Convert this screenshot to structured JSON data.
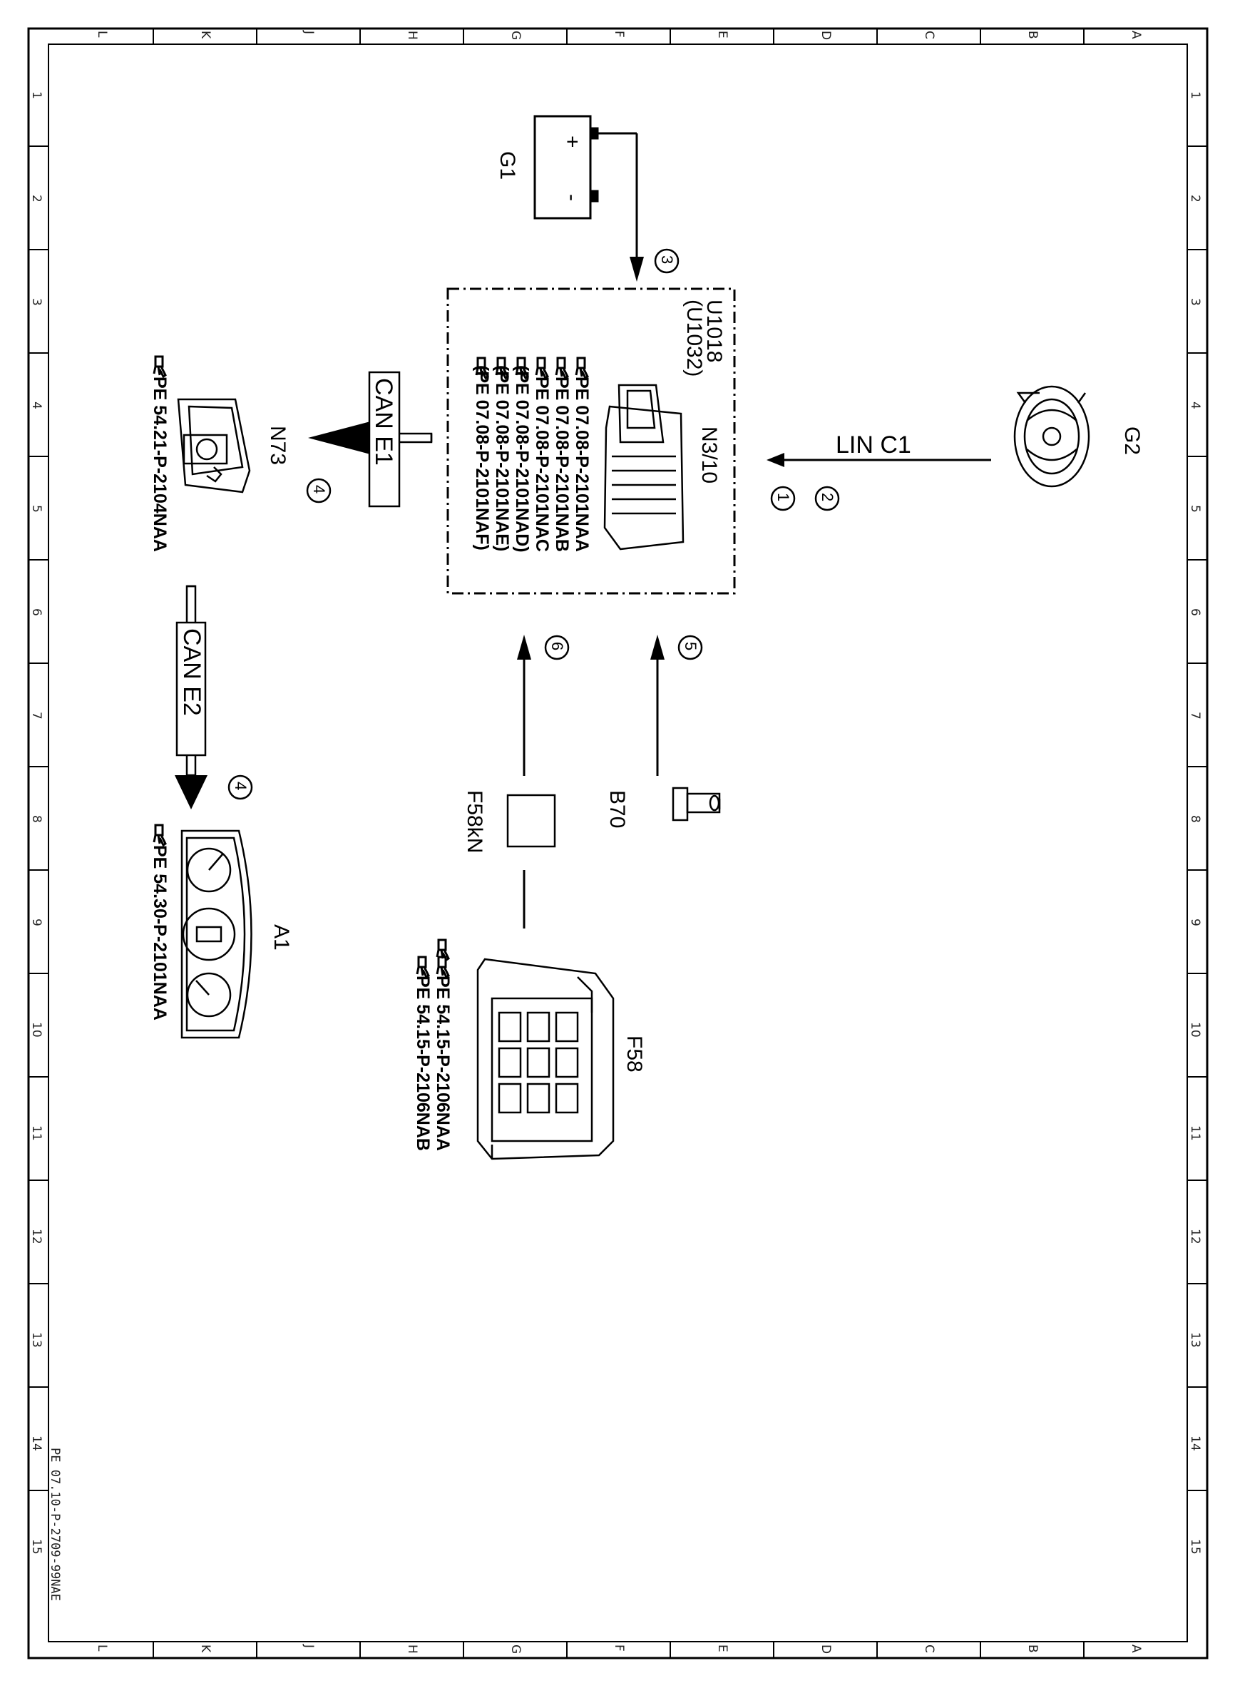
{
  "frame": {
    "column_letters": [
      "L",
      "K",
      "J",
      "H",
      "G",
      "F",
      "E",
      "D",
      "C",
      "B",
      "A"
    ],
    "row_numbers": [
      "1",
      "2",
      "3",
      "4",
      "5",
      "6",
      "7",
      "8",
      "9",
      "10",
      "11",
      "12",
      "13",
      "14",
      "15"
    ]
  },
  "document_id": "PE 07.10-P-2709-99NAE",
  "components": {
    "g1": {
      "label": "G1",
      "plus": "+",
      "minus": "-"
    },
    "g2": {
      "label": "G2"
    },
    "n310": {
      "label": "N3/10",
      "unit_label": "U1018",
      "unit_label_alt": "(U1032)",
      "refs": [
        "PE  07.08-P-2101NAA",
        "PE  07.08-P-2101NAB",
        "PE  07.08-P-2101NAC",
        "(PE  07.08-P-2101NAD)",
        "(PE  07.08-P-2101NAE)",
        "(PE  07.08-P-2101NAF)"
      ]
    },
    "n73": {
      "label": "N73",
      "refs": [
        "PE  54.21-P-2104NAA"
      ]
    },
    "a1": {
      "label": "A1",
      "refs": [
        "PE  54.30-P-2101NAA"
      ]
    },
    "b70": {
      "label": "B70"
    },
    "f58kn": {
      "label": "F58kN"
    },
    "f58": {
      "label": "F58",
      "refs": [
        "PE  54.15-P-2106NAA",
        "PE  54.15-P-2106NAB"
      ]
    }
  },
  "buses": {
    "lin_c1": "LIN  C1",
    "can_e1": "CAN  E1",
    "can_e2": "CAN  E2"
  },
  "markers": {
    "m1": "1",
    "m2": "2",
    "m3": "3",
    "m4a": "4",
    "m4b": "4",
    "m5": "5",
    "m6": "6"
  },
  "icons": [
    "document-reference-icon",
    "battery-icon",
    "alternator-icon",
    "control-unit-icon",
    "ignition-switch-icon",
    "instrument-cluster-icon",
    "crankshaft-sensor-icon",
    "relay-icon",
    "fuse-box-icon"
  ]
}
